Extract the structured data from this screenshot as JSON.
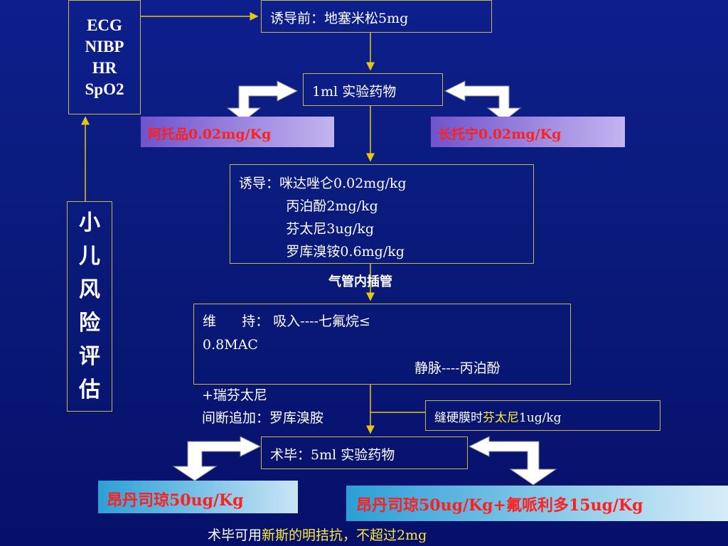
{
  "monitoring": {
    "items": [
      "ECG",
      "NIBP",
      "HR",
      "SpO2"
    ]
  },
  "risk_assessment": {
    "chars": [
      "小",
      "儿",
      "风",
      "险",
      "评",
      "估"
    ]
  },
  "pre_induction": "诱导前：地塞米松5mg",
  "experimental_drug_1": "1ml 实验药物",
  "drug_left": "阿托品0.02mg/Kg",
  "drug_right": "长托宁0.02mg/Kg",
  "induction": {
    "lines": [
      "诱导：咪达唑仑0.02mg/kg",
      "           丙泊酚2mg/kg",
      "           芬太尼3ug/kg",
      "           罗库溴铵0.6mg/kg"
    ]
  },
  "intubation": "气管内插管",
  "maintenance": {
    "line1": "维      持： 吸入----七氟烷≤",
    "line2": "0.8MAC",
    "line3": "静脉----丙泊酚",
    "line4": "+瑞芬太尼",
    "line5": "间断追加：罗库溴胺"
  },
  "epidural": {
    "prefix": "缝硬膜时",
    "highlight": "芬太尼",
    "suffix": "1ug/kg"
  },
  "post_op": "术毕：5ml 实验药物",
  "antiemetic_left": "昂丹司琼50ug/Kg",
  "antiemetic_right": "昂丹司琼50ug/Kg+氟哌利多15ug/Kg",
  "footnote": {
    "prefix": "术毕可用",
    "highlight": "新斯的明拮抗，不超过2mg"
  },
  "colors": {
    "background": "#0a1a7a",
    "border": "#c8b64a",
    "arrow": "#e6c619",
    "red_text": "#ff1f1f",
    "yellow_text": "#ffe83c"
  }
}
